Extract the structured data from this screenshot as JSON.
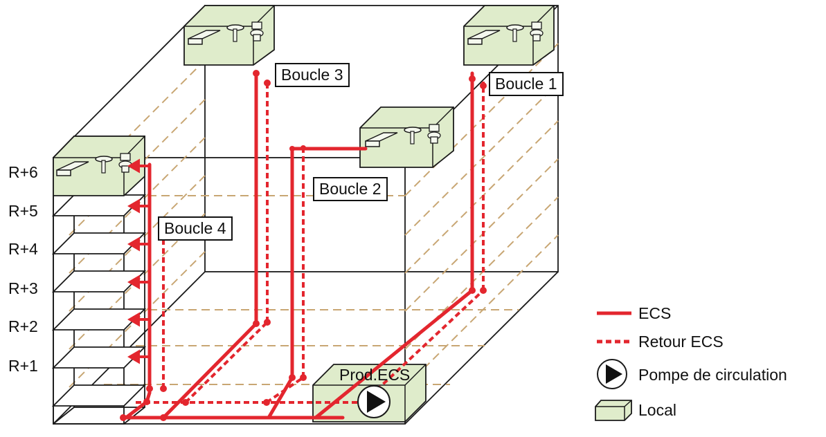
{
  "floors": [
    "R+6",
    "R+5",
    "R+4",
    "R+3",
    "R+2",
    "R+1"
  ],
  "loops": {
    "boucle1": "Boucle 1",
    "boucle2": "Boucle 2",
    "boucle3": "Boucle 3",
    "boucle4": "Boucle 4"
  },
  "production_label": "Prod.ECS",
  "legend": {
    "ecs": "ECS",
    "retour": "Retour ECS",
    "pompe": "Pompe de circulation",
    "local": "Local"
  },
  "colors": {
    "pipe_red": "#e3262e",
    "room_green": "#dfeccb",
    "dashed_tan": "#c8a673",
    "outline": "#1a1a1a"
  },
  "icons": [
    "bathtub-icon",
    "sink-icon",
    "toilet-icon",
    "pump-icon"
  ]
}
